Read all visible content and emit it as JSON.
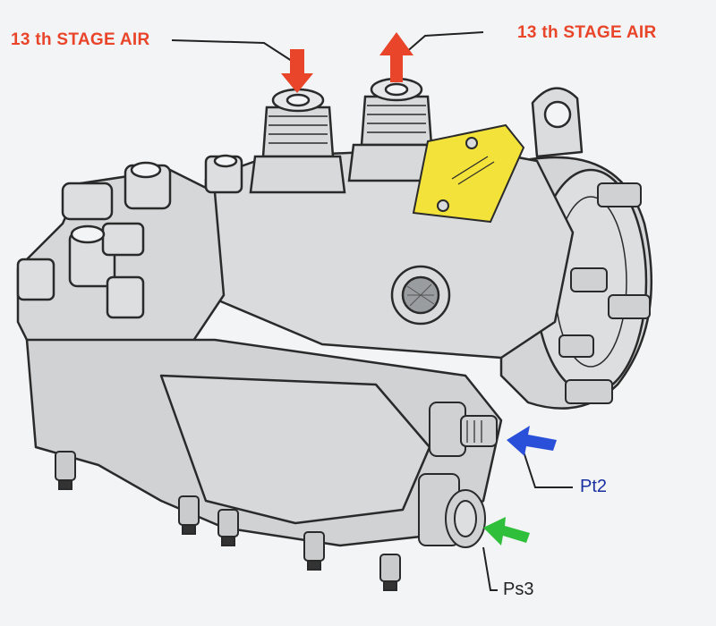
{
  "diagram": {
    "labels": {
      "stage_air_in": "13 th STAGE AIR",
      "stage_air_out": "13 th STAGE AIR",
      "pt2": "Pt2",
      "ps3": "Ps3"
    },
    "colors": {
      "background": "#f3f4f5",
      "body_fill": "#d9dbdc",
      "body_shade": "#c4c7c9",
      "outline": "#2a2a2a",
      "stage_air_arrow": "#e8452a",
      "pt2_arrow": "#2a4fd8",
      "ps3_arrow": "#2fbf3a",
      "plate": "#f2e23a"
    },
    "icons": {
      "stage_air_in_arrow": "arrow-down-icon",
      "stage_air_out_arrow": "arrow-up-icon",
      "pt2_arrow": "arrow-left-icon",
      "ps3_arrow": "arrow-left-icon"
    }
  }
}
